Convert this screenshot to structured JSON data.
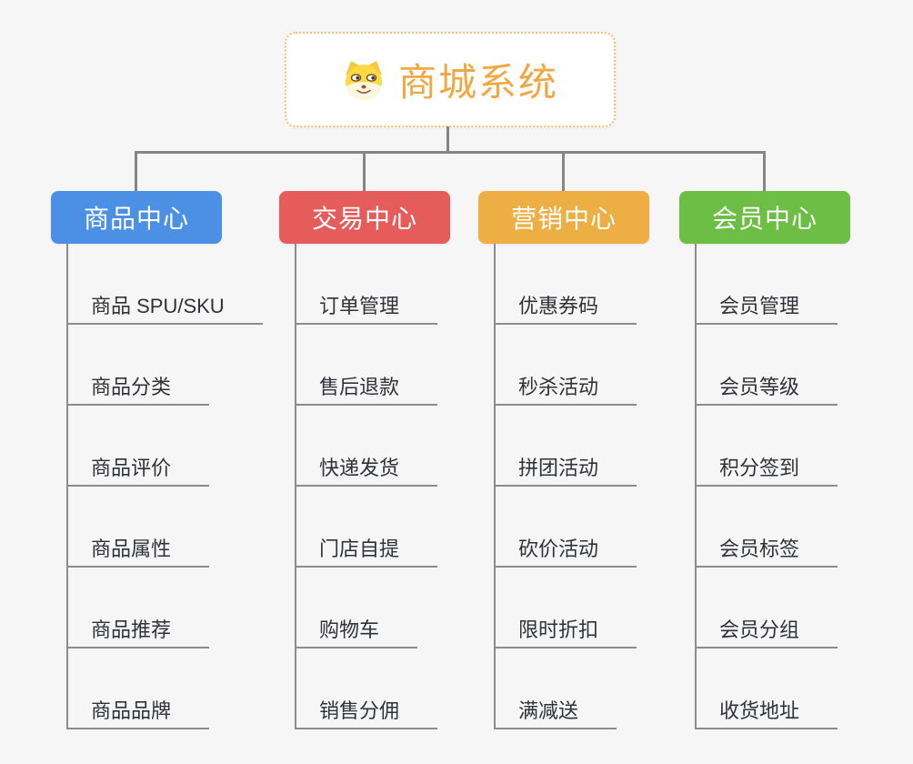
{
  "root": {
    "title": "商城系统",
    "icon": "doge-face-icon",
    "title_color": "#f0a843",
    "border_color": "#f2c06c"
  },
  "colors": {
    "background": "#f6f6f6",
    "connector": "#858585",
    "child_line": "#8c8c8c",
    "child_text": "#2f3237"
  },
  "branches": [
    {
      "label": "商品中心",
      "color": "#4b90e4",
      "children": [
        "商品 SPU/SKU",
        "商品分类",
        "商品评价",
        "商品属性",
        "商品推荐",
        "商品品牌"
      ]
    },
    {
      "label": "交易中心",
      "color": "#e55c5b",
      "children": [
        "订单管理",
        "售后退款",
        "快递发货",
        "门店自提",
        "购物车",
        "销售分佣"
      ]
    },
    {
      "label": "营销中心",
      "color": "#edae43",
      "children": [
        "优惠券码",
        "秒杀活动",
        "拼团活动",
        "砍价活动",
        "限时折扣",
        "满减送"
      ]
    },
    {
      "label": "会员中心",
      "color": "#6cbe45",
      "children": [
        "会员管理",
        "会员等级",
        "积分签到",
        "会员标签",
        "会员分组",
        "收货地址"
      ]
    }
  ]
}
